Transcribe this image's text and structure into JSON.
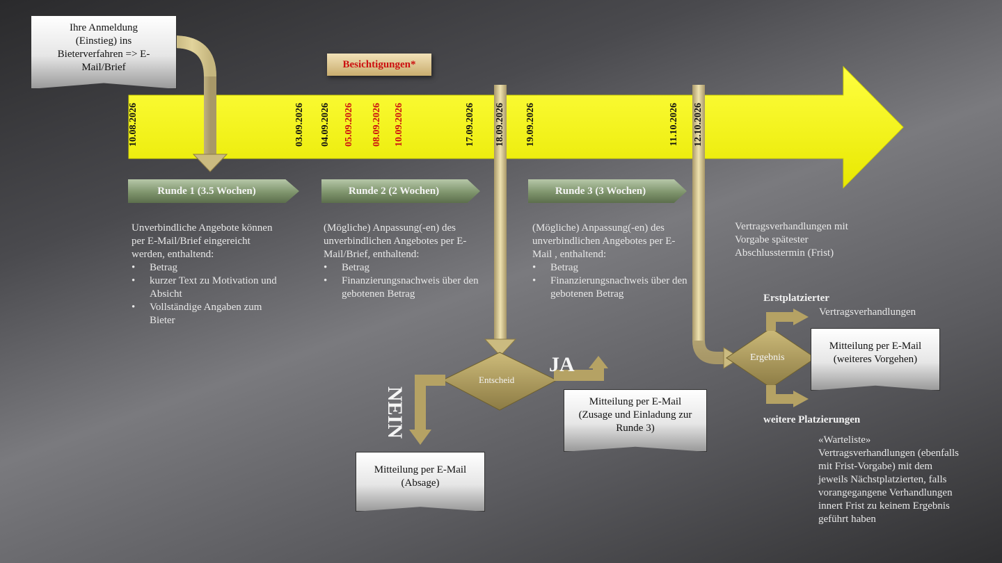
{
  "intro_box": "Ihre Anmeldung (Einstieg) ins Bieterverfahren => E-Mail/Brief",
  "besichtigungen": "Besichtigungen*",
  "dates": [
    {
      "label": "10.08.2026",
      "highlight": false
    },
    {
      "label": "03.09.2026",
      "highlight": false
    },
    {
      "label": "04.09.2026",
      "highlight": false
    },
    {
      "label": "05.09.2026",
      "highlight": true
    },
    {
      "label": "08.09.2026",
      "highlight": true
    },
    {
      "label": "10.09.2026",
      "highlight": true
    },
    {
      "label": "17.09.2026",
      "highlight": false
    },
    {
      "label": "18.09.2026",
      "highlight": false
    },
    {
      "label": "19.09.2026",
      "highlight": false
    },
    {
      "label": "11.10.2026",
      "highlight": false
    },
    {
      "label": "12.10.2026",
      "highlight": false
    }
  ],
  "rounds": [
    {
      "label": "Runde 1 (3.5 Wochen)"
    },
    {
      "label": "Runde 2 (2 Wochen)"
    },
    {
      "label": "Runde 3 (3 Wochen)"
    }
  ],
  "round1_text": {
    "intro": "Unverbindliche Angebote können per E-Mail/Brief eingereicht werden, enthaltend:",
    "bullets": [
      "Betrag",
      "kurzer Text zu Motivation und Absicht",
      "Vollständige Angaben zum Bieter"
    ]
  },
  "round2_text": {
    "intro": "(Mögliche) Anpassung(-en) des unverbindlichen Angebotes per E-Mail/Brief, enthaltend:",
    "bullets": [
      "Betrag",
      "Finanzierungsnachweis über den gebotenen Betrag"
    ]
  },
  "round3_text": {
    "intro": "(Mögliche) Anpassung(-en) des unverbindlichen Angebotes per E-Mail , enthaltend:",
    "bullets": [
      "Betrag",
      "Finanzierungsnachweis über den gebotenen Betrag"
    ]
  },
  "final_text": "Vertragsverhandlungen mit Vorgabe spätester Abschlusstermin (Frist)",
  "decision": {
    "label": "Entscheid",
    "yes": "JA",
    "no": "NEIN",
    "no_box": "Mitteilung per E-Mail (Absage)",
    "yes_box": "Mitteilung per E-Mail (Zusage und Einladung zur Runde 3)"
  },
  "result": {
    "label": "Ergebnis",
    "first_heading": "Erstplatzierter",
    "first_text": "Vertragsverhandlungen",
    "box": "Mitteilung per E-Mail (weiteres Vorgehen)",
    "others_heading": "weitere Platzierungen",
    "others_text": "«Warteliste» Vertragsverhandlungen (ebenfalls mit Frist-Vorgabe) mit dem jeweils Nächstplatzierten, falls vorangegangene Verhandlungen innert  Frist zu keinem Ergebnis geführt haben"
  },
  "colors": {
    "timeline": "#ffff00",
    "highlight_date": "#cc1010",
    "gold": "#c9b36b"
  }
}
